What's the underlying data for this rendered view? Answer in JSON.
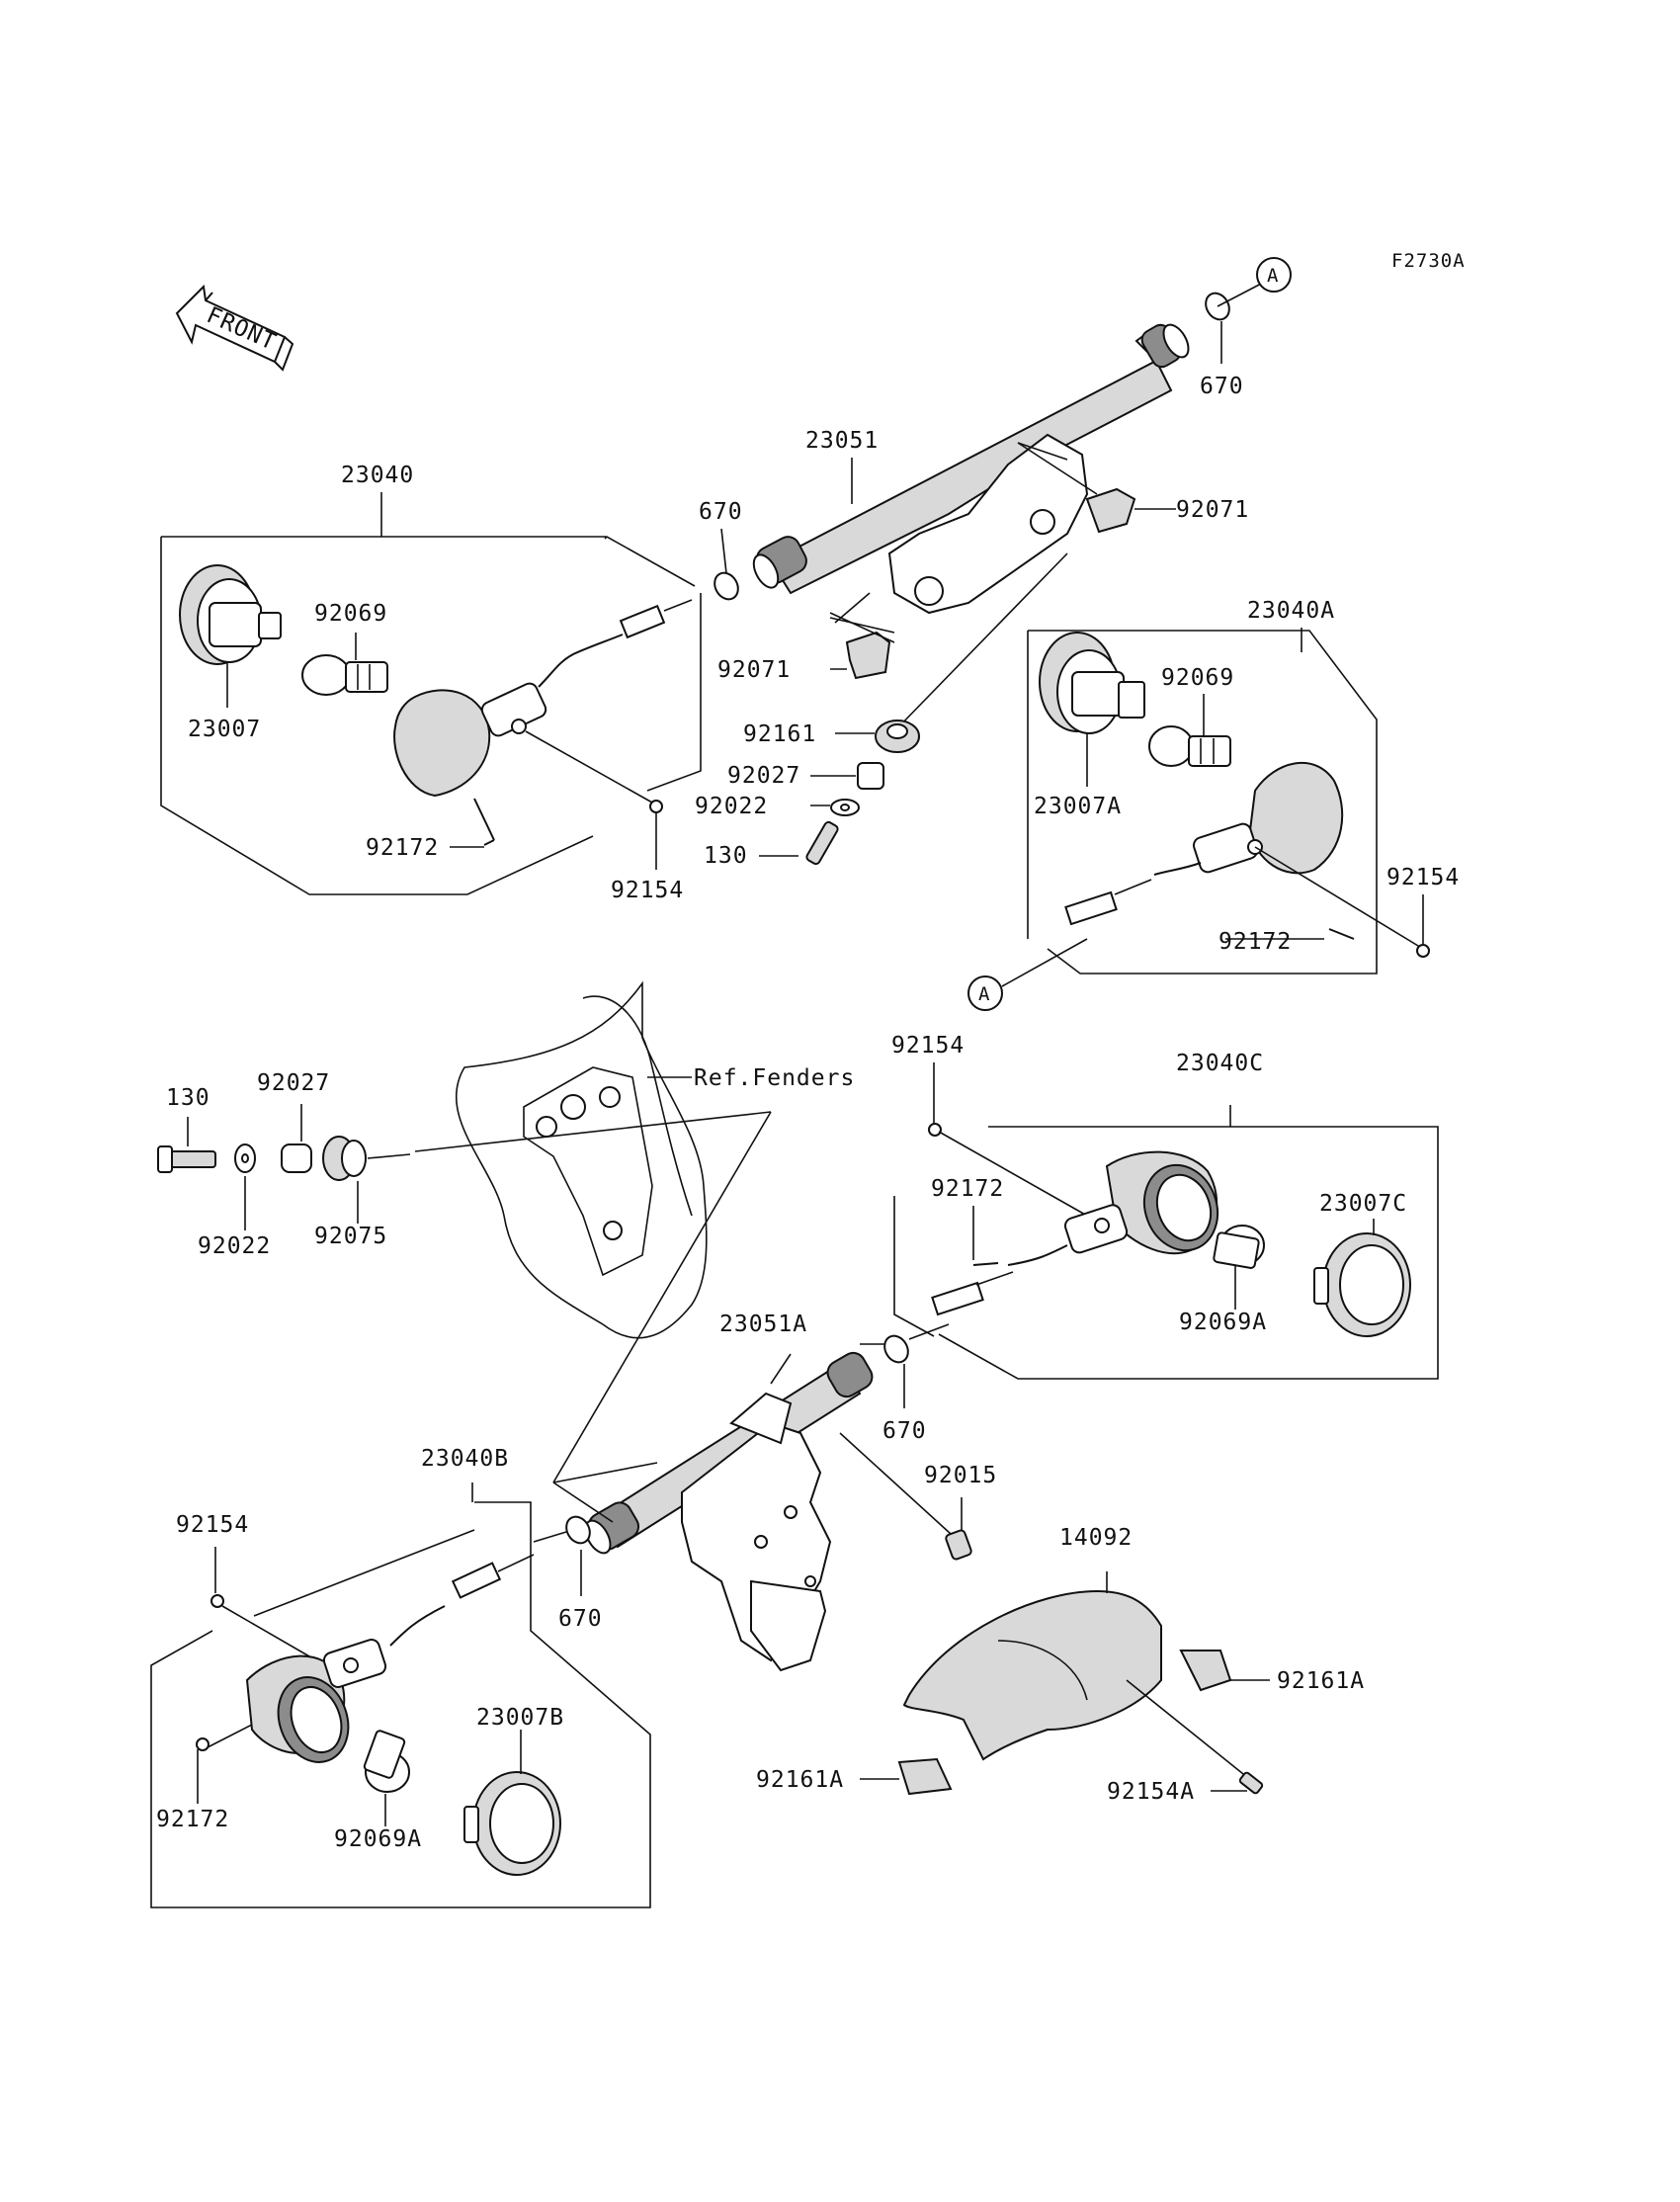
{
  "diagram": {
    "figure_code": "F2730A",
    "front_label": "FRONT",
    "ref_label": "Ref.Fenders",
    "callouts": [
      {
        "id": "c1",
        "text": "23040"
      },
      {
        "id": "c2",
        "text": "92069"
      },
      {
        "id": "c3",
        "text": "23007"
      },
      {
        "id": "c4",
        "text": "92172"
      },
      {
        "id": "c5",
        "text": "92154"
      },
      {
        "id": "c6",
        "text": "670"
      },
      {
        "id": "c7",
        "text": "23051"
      },
      {
        "id": "c8",
        "text": "670"
      },
      {
        "id": "c9",
        "text": "92071"
      },
      {
        "id": "c10",
        "text": "92071"
      },
      {
        "id": "c11",
        "text": "92161"
      },
      {
        "id": "c12",
        "text": "92027"
      },
      {
        "id": "c13",
        "text": "92022"
      },
      {
        "id": "c14",
        "text": "130"
      },
      {
        "id": "c15",
        "text": "23040A"
      },
      {
        "id": "c16",
        "text": "92069"
      },
      {
        "id": "c17",
        "text": "23007A"
      },
      {
        "id": "c18",
        "text": "92154"
      },
      {
        "id": "c19",
        "text": "92172"
      },
      {
        "id": "c20",
        "text": "130"
      },
      {
        "id": "c21",
        "text": "92027"
      },
      {
        "id": "c22",
        "text": "92022"
      },
      {
        "id": "c23",
        "text": "92075"
      },
      {
        "id": "c24",
        "text": "92154"
      },
      {
        "id": "c25",
        "text": "23040C"
      },
      {
        "id": "c26",
        "text": "92172"
      },
      {
        "id": "c27",
        "text": "23007C"
      },
      {
        "id": "c28",
        "text": "92069A"
      },
      {
        "id": "c29",
        "text": "23051A"
      },
      {
        "id": "c30",
        "text": "670"
      },
      {
        "id": "c31",
        "text": "92015"
      },
      {
        "id": "c32",
        "text": "23040B"
      },
      {
        "id": "c33",
        "text": "92154"
      },
      {
        "id": "c34",
        "text": "670"
      },
      {
        "id": "c35",
        "text": "14092"
      },
      {
        "id": "c36",
        "text": "92161A"
      },
      {
        "id": "c37",
        "text": "23007B"
      },
      {
        "id": "c38",
        "text": "92172"
      },
      {
        "id": "c39",
        "text": "92069A"
      },
      {
        "id": "c40",
        "text": "92161A"
      },
      {
        "id": "c41",
        "text": "92154A"
      }
    ],
    "connector_markers": [
      {
        "id": "m1",
        "text": "A"
      },
      {
        "id": "m2",
        "text": "A"
      }
    ]
  }
}
